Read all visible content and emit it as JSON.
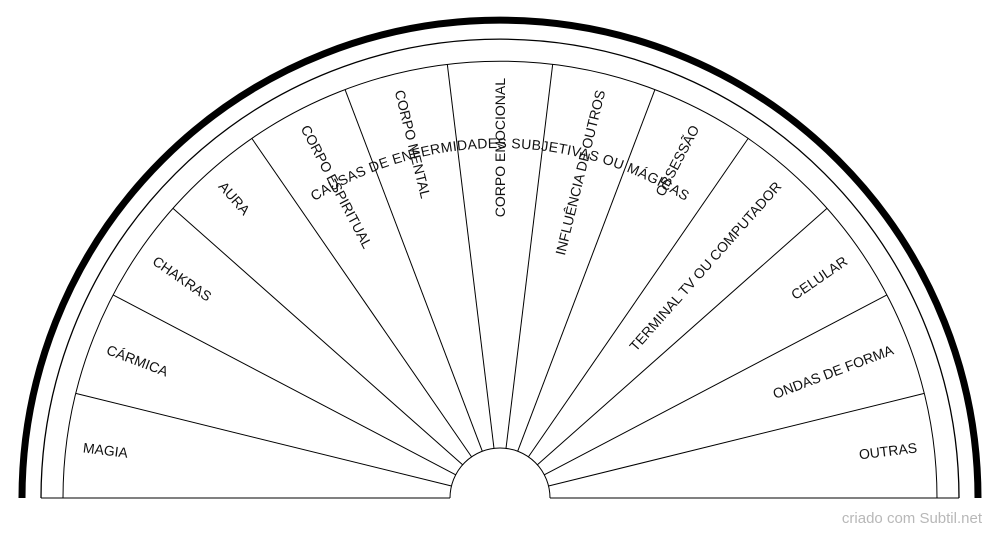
{
  "title": "CAUSAS DE ENFERMIDADES SUBJETIVAS OU MÁGICAS",
  "segments": [
    "MAGIA",
    "CÁRMICA",
    "CHAKRAS",
    "AURA",
    "CORPO ESPIRITUAL",
    "CORPO MENTAL",
    "CORPO EMOCIONAL",
    "INFLUÊNCIA DE OUTROS",
    "OBSESSÃO",
    "TERMINAL TV  OU COMPUTADOR",
    "CELULAR",
    "ONDAS DE FORMA",
    "OUTRAS"
  ],
  "footer": {
    "credit": "criado com Subtil.net"
  },
  "colors": {
    "line": "#000000",
    "text": "#111111",
    "credit": "#b8b8b8"
  }
}
